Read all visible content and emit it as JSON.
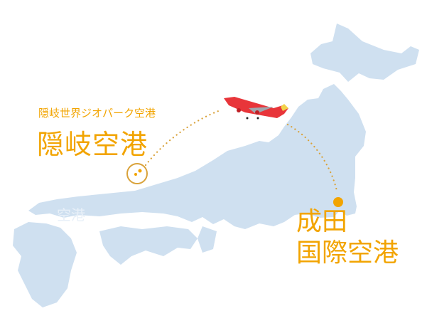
{
  "origin": {
    "subtitle": "隠岐世界ジオパーク空港",
    "title": "隠岐空港"
  },
  "destination": {
    "line1": "成田",
    "line2": "国際空港"
  },
  "faded_label": "空港",
  "colors": {
    "land": "#cfe0f0",
    "accent": "#f2a400",
    "route": "#d9a23a",
    "plane": "#e8353a"
  }
}
